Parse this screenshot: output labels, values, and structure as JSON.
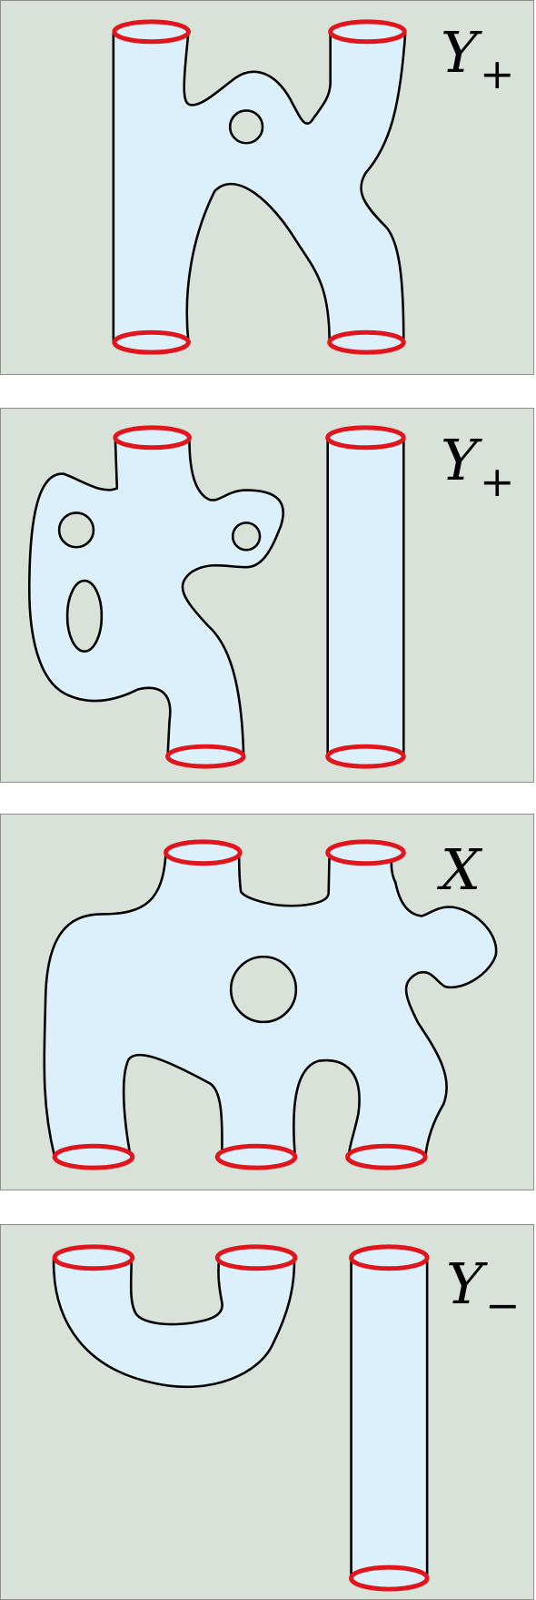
{
  "panels": [
    {
      "id": "panel-1",
      "label_main": "Y",
      "label_sub": "+"
    },
    {
      "id": "panel-2",
      "label_main": "Y",
      "label_sub": "+"
    },
    {
      "id": "panel-3",
      "label_main": "X",
      "label_sub": ""
    },
    {
      "id": "panel-4",
      "label_main": "Y",
      "label_sub": "−"
    }
  ],
  "colors": {
    "panel_background": "#d9e2d8",
    "surface_fill": "#dcf0fb",
    "boundary_circle": "#e0161c",
    "outline": "#000000"
  }
}
